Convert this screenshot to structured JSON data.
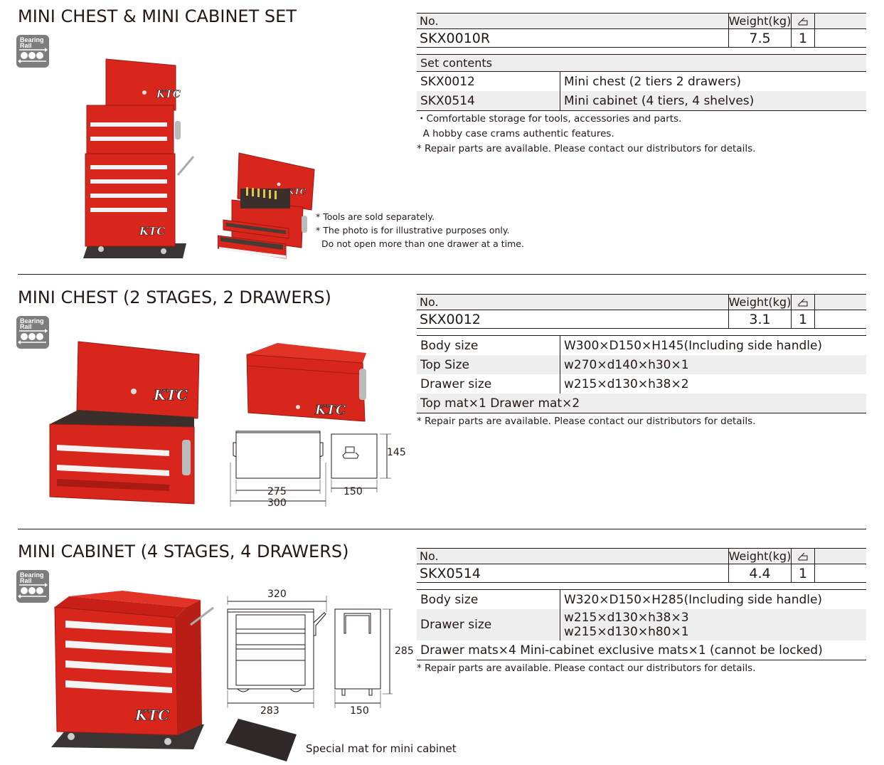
{
  "badge": {
    "line1": "Bearing",
    "line2": "Rail",
    "icon": "bearing-rail-icon"
  },
  "table_headers": {
    "no": "No.",
    "weight": "Weight(kg)",
    "qty_icon": "box-icon"
  },
  "sections": [
    {
      "title": "MINI CHEST & MINI CABINET SET",
      "product": {
        "no": "SKX0010R",
        "weight": "7.5",
        "qty": "1"
      },
      "set_contents": {
        "header": "Set contents",
        "items": [
          {
            "no": "SKX0012",
            "desc": "Mini chest (2 tiers 2 drawers)"
          },
          {
            "no": "SKX0514",
            "desc": "Mini cabinet (4 tiers, 4 shelves)"
          }
        ]
      },
      "notes": [
        "・Comfortable storage for tools, accessories and parts.",
        "  A hobby case crams authentic features.",
        "* Repair parts are available. Please contact our distributors for details."
      ],
      "image_notes": [
        "* Tools are sold separately.",
        "* The photo is for illustrative purposes only.",
        "  Do not open more than one drawer at a time."
      ]
    },
    {
      "title": "MINI CHEST (2 STAGES, 2 DRAWERS)",
      "product": {
        "no": "SKX0012",
        "weight": "3.1",
        "qty": "1"
      },
      "specs": [
        {
          "label": "Body size",
          "value": [
            "W300×D150×H145(Including side handle)"
          ]
        },
        {
          "label": "Top Size",
          "value": [
            "w270×d140×h30×1"
          ]
        },
        {
          "label": "Drawer size",
          "value": [
            "w215×d130×h38×2"
          ]
        }
      ],
      "accessories": "Top mat×1 Drawer mat×2",
      "notes": [
        "* Repair parts are available. Please contact our distributors for details."
      ],
      "dimensions": {
        "inner_width": "275",
        "width": "300",
        "depth": "150",
        "height": "145"
      }
    },
    {
      "title": "MINI CABINET (4 STAGES, 4 DRAWERS)",
      "product": {
        "no": "SKX0514",
        "weight": "4.4",
        "qty": "1"
      },
      "specs": [
        {
          "label": "Body size",
          "value": [
            "W320×D150×H285(Including side handle)"
          ]
        },
        {
          "label": "Drawer size",
          "value": [
            "w215×d130×h38×3",
            "w215×d130×h80×1"
          ]
        }
      ],
      "accessories": "Drawer mats×4 Mini-cabinet exclusive mats×1 (cannot be locked)",
      "notes": [
        "* Repair parts are available. Please contact our distributors for details."
      ],
      "dimensions": {
        "top_width": "320",
        "bottom_width": "283",
        "depth": "150",
        "height": "285"
      },
      "mat_caption": "Special mat for mini cabinet"
    }
  ],
  "brand": "KTC",
  "colors": {
    "body_red": "#d8261c",
    "dark_red": "#a81a12",
    "text": "#231815",
    "row_gray": "#eeeeee",
    "badge_gray": "#7d7d7d"
  }
}
